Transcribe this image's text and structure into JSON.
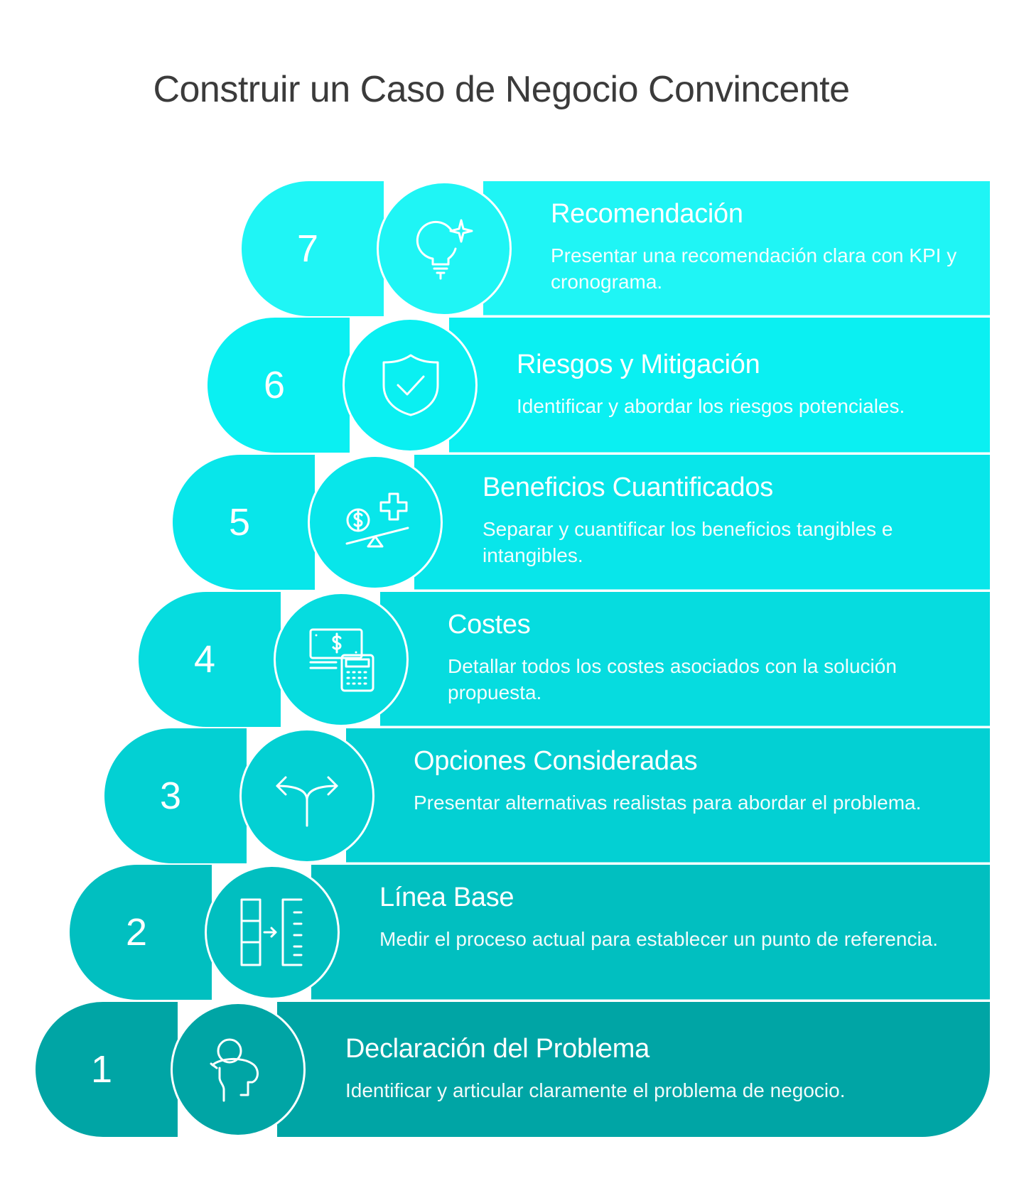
{
  "title": "Construir un Caso de Negocio Convincente",
  "steps": [
    {
      "number": "7",
      "icon": "lightbulb-sparkle-icon",
      "color": "#1ff5f5",
      "title": "Recomendación",
      "description": "Presentar una recomendación clara con KPI y cronograma."
    },
    {
      "number": "6",
      "icon": "shield-check-icon",
      "color": "#0af0f2",
      "title": "Riesgos y Mitigación",
      "description": "Identificar y abordar los riesgos potenciales."
    },
    {
      "number": "5",
      "icon": "money-balance-plus-icon",
      "color": "#08e6ea",
      "title": "Beneficios Cuantificados",
      "description": "Separar y cuantificar los beneficios tangibles e intangibles."
    },
    {
      "number": "4",
      "icon": "money-calculator-icon",
      "color": "#06dcdf",
      "title": "Costes",
      "description": "Detallar todos los costes asociados con la solución propuesta."
    },
    {
      "number": "3",
      "icon": "split-arrows-icon",
      "color": "#03d0d3",
      "title": "Opciones Consideradas",
      "description": "Presentar alternativas realistas para abordar el problema."
    },
    {
      "number": "2",
      "icon": "measure-scale-icon",
      "color": "#01bfc0",
      "title": "Línea Base",
      "description": "Medir el proceso actual para establecer un punto de referencia."
    },
    {
      "number": "1",
      "icon": "confused-person-icon",
      "color": "#00a5a5",
      "title": "Declaración del Problema",
      "description": "Identificar y articular claramente el problema de negocio."
    }
  ]
}
